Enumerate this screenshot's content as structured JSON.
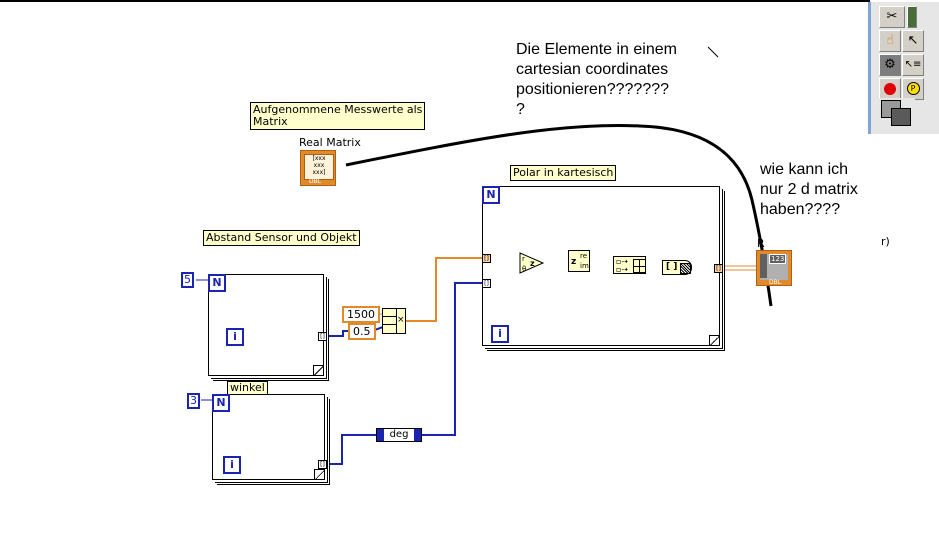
{
  "palette": {
    "title": "Tools Palette",
    "tools": [
      {
        "name": "automatic-tool-selection",
        "icon": "cross-tools-icon"
      },
      {
        "name": "operate-value",
        "icon": "hand-icon"
      },
      {
        "name": "position-size-select",
        "icon": "arrow-icon"
      },
      {
        "name": "connect-wire",
        "icon": "wire-spool-icon"
      },
      {
        "name": "edit-text",
        "icon": "text-cursor-icon"
      },
      {
        "name": "set-clear-breakpoint",
        "icon": "stop-icon"
      },
      {
        "name": "probe-data",
        "icon": "probe-icon"
      },
      {
        "name": "set-color",
        "icon": "color-squares-icon"
      }
    ]
  },
  "annotations": {
    "question_1": "Die Elemente in einem\ncartesian coordinates\npositionieren???????\n?",
    "question_2": "wie kann ich\nnur 2 d matrix\nhaben????",
    "partial_text": "r)"
  },
  "labels": {
    "measured_values": "Aufgenommene Messwerte als\nMatrix",
    "real_matrix": "Real Matrix",
    "polar_to_cartesian": "Polar in kartesisch",
    "distance_sensor_object": "Abstand Sensor und Objekt",
    "angle": "winkel",
    "output_indicator": "R"
  },
  "diagram": {
    "loop_distance": {
      "count": "5",
      "n_label": "N",
      "i_label": "i"
    },
    "loop_angle": {
      "count": "3",
      "n_label": "N",
      "i_label": "i"
    },
    "loop_polar": {
      "n_label": "N",
      "i_label": "i"
    },
    "constants": {
      "scale": "1500",
      "factor": "0.5"
    },
    "conversion_unit": "deg",
    "polar_node": {
      "r": "r",
      "theta": "θ",
      "z": "z"
    },
    "complex_node": {
      "z": "z",
      "re": "re",
      "im": "im"
    },
    "matrix_type": "DBL",
    "indicator_display": "123",
    "indicator_type": "DBL"
  }
}
